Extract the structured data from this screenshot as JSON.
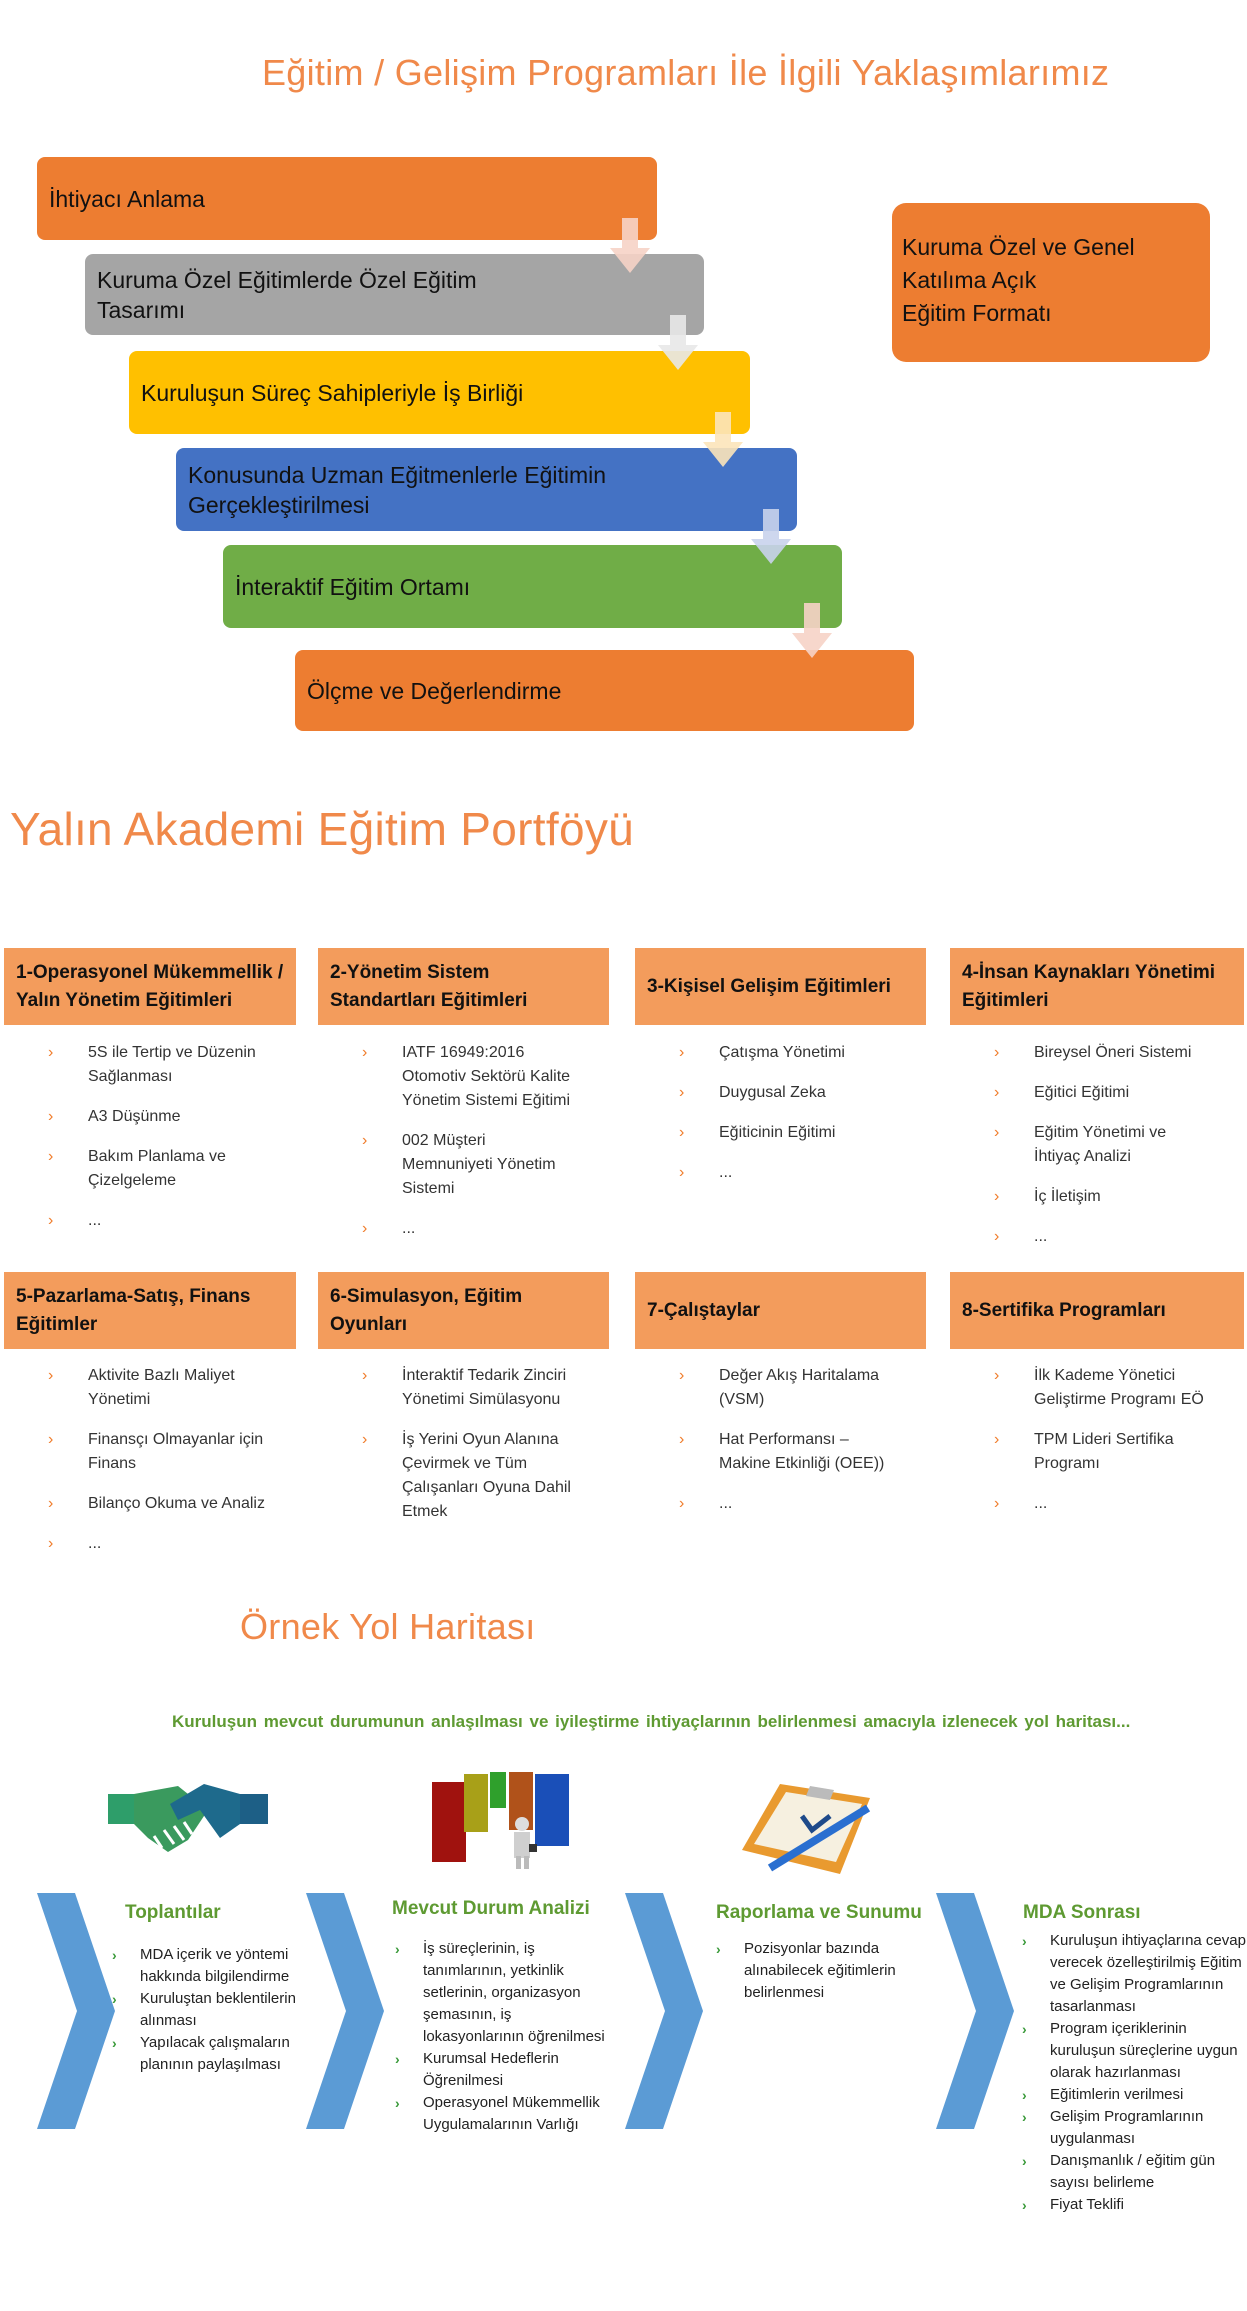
{
  "approach": {
    "title": "Eğitim / Gelişim Programları İle İlgili Yaklaşımlarımız",
    "steps": [
      {
        "label": "İhtiyacı Anlama",
        "color": "#ED7D31"
      },
      {
        "label": "Kuruma Özel Eğitimlerde Özel Eğitim Tasarımı",
        "color": "#A5A5A5"
      },
      {
        "label": "Kuruluşun Süreç Sahipleriyle İş Birliği",
        "color": "#FFC000"
      },
      {
        "label": "Konusunda Uzman Eğitmenlerle Eğitimin Gerçekleştirilmesi",
        "color": "#4472C4"
      },
      {
        "label": "İnteraktif Eğitim Ortamı",
        "color": "#70AD47"
      },
      {
        "label": "Ölçme ve Değerlendirme",
        "color": "#ED7D31"
      }
    ],
    "format_box": [
      "Kuruma Özel ve Genel",
      "Katılıma Açık",
      "Eğitim Formatı"
    ]
  },
  "portfolio": {
    "title": "Yalın Akademi Eğitim Portföyü",
    "categories": [
      {
        "header": "1-Operasyonel Mükemmellik / Yalın Yönetim Eğitimleri",
        "items": [
          "5S ile Tertip ve Düzenin Sağlanması",
          "A3 Düşünme",
          "Bakım Planlama ve Çizelgeleme",
          "..."
        ]
      },
      {
        "header": "2-Yönetim Sistem Standartları Eğitimleri",
        "items": [
          "IATF 16949:2016 Otomotiv Sektörü Kalite Yönetim Sistemi Eğitimi",
          "002 Müşteri Memnuniyeti Yönetim Sistemi",
          "..."
        ]
      },
      {
        "header": "3-Kişisel Gelişim Eğitimleri",
        "items": [
          "Çatışma Yönetimi",
          "Duygusal Zeka",
          "Eğiticinin Eğitimi",
          "..."
        ]
      },
      {
        "header": "4-İnsan Kaynakları Yönetimi Eğitimleri",
        "items": [
          "Bireysel Öneri Sistemi",
          "Eğitici Eğitimi",
          "Eğitim Yönetimi ve İhtiyaç Analizi",
          "İç İletişim",
          "..."
        ]
      },
      {
        "header": "5-Pazarlama-Satış, Finans Eğitimler",
        "items": [
          "Aktivite Bazlı Maliyet Yönetimi",
          "Finansçı Olmayanlar için Finans",
          "Bilanço Okuma ve Analiz",
          "..."
        ]
      },
      {
        "header": "6-Simulasyon, Eğitim Oyunları",
        "items": [
          "İnteraktif Tedarik Zinciri Yönetimi Simülasyonu",
          "İş Yerini Oyun Alanına Çevirmek ve Tüm Çalışanları Oyuna Dahil Etmek"
        ]
      },
      {
        "header": "7-Çalıştaylar",
        "items": [
          "Değer Akış Haritalama (VSM)",
          "Hat Performansı – Makine Etkinliği (OEE))",
          "..."
        ]
      },
      {
        "header": "8-Sertifika Programları",
        "items": [
          "İlk Kademe Yönetici Geliştirme Programı EÖ",
          "TPM Lideri Sertifika Programı",
          "..."
        ]
      }
    ]
  },
  "roadmap": {
    "title": "Örnek Yol Haritası",
    "subtitle": "Kuruluşun mevcut durumunun anlaşılması ve iyileştirme ihtiyaçlarının belirlenmesi amacıyla izlenecek yol haritası...",
    "stages": [
      {
        "heading": "Toplantılar",
        "icon": "handshake-icon",
        "items": [
          "MDA içerik ve yöntemi hakkında bilgilendirme",
          "Kuruluştan beklentilerin alınması",
          "Yapılacak çalışmaların planının paylaşılması"
        ]
      },
      {
        "heading": "Mevcut Durum Analizi",
        "icon": "doors-person-icon",
        "items": [
          "İş süreçlerinin, iş tanımlarının, yetkinlik setlerinin, organizasyon şemasının, iş lokasyonlarının öğrenilmesi",
          "Kurumsal Hedeflerin Öğrenilmesi",
          "Operasyonel Mükemmellik Uygulamalarının Varlığı"
        ]
      },
      {
        "heading": "Raporlama ve Sunumu",
        "icon": "clipboard-icon",
        "items": [
          "Pozisyonlar bazında alınabilecek eğitimlerin belirlenmesi"
        ]
      },
      {
        "heading": "MDA Sonrası",
        "items": [
          "Kuruluşun ihtiyaçlarına cevap verecek özelleştirilmiş Eğitim ve Gelişim Programlarının tasarlanması",
          "Program içeriklerinin kuruluşun süreçlerine uygun olarak hazırlanması",
          "Eğitimlerin verilmesi",
          "Gelişim Programlarının uygulanması",
          "Danışmanlık / eğitim gün sayısı belirleme",
          "Fiyat Teklifi"
        ]
      }
    ],
    "chevron_color": "#5B9BD5"
  }
}
